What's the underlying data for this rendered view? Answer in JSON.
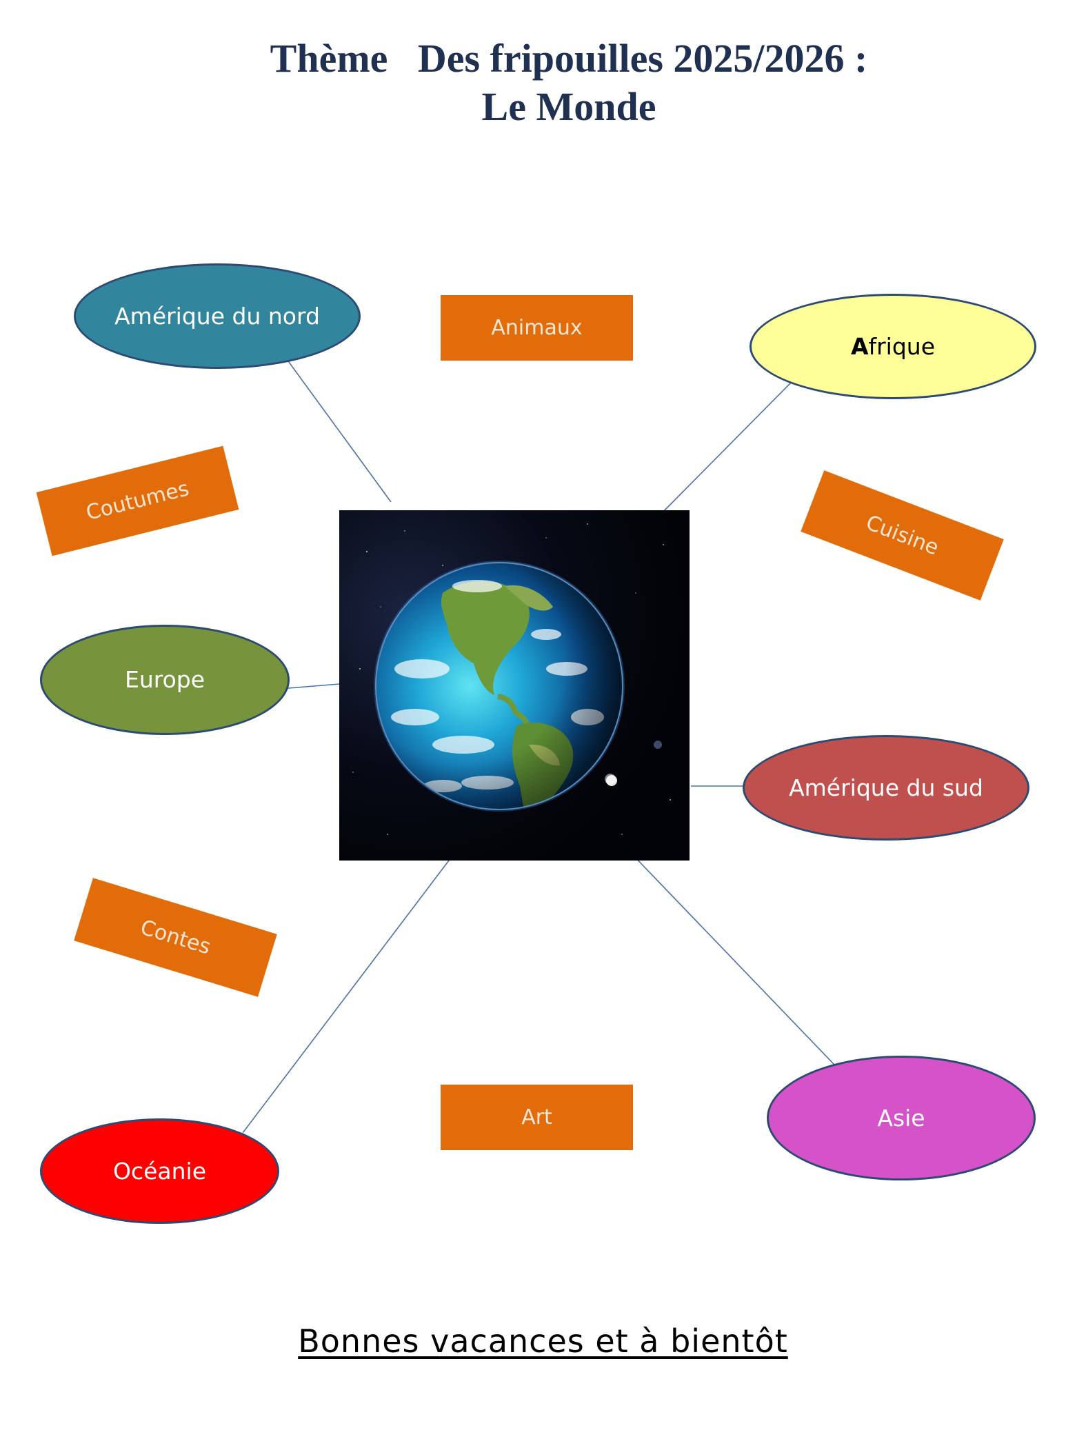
{
  "header": {
    "title_line1": "Thème   Des fripouilles 2025/2026 :",
    "title_line2": "Le Monde"
  },
  "continents": {
    "amerique_nord": "Amérique du nord",
    "afrique_first": "A",
    "afrique_rest": "frique",
    "europe": "Europe",
    "amerique_sud": "Amérique du sud",
    "oceanie": "Océanie",
    "asie": "Asie"
  },
  "themes": {
    "animaux": "Animaux",
    "coutumes": "Coutumes",
    "cuisine": "Cuisine",
    "contes": "Contes",
    "art": "Art"
  },
  "footer": {
    "text": "Bonnes vacances et à bientôt"
  },
  "colors": {
    "amerique_nord": "#31859c",
    "afrique": "#ffff99",
    "europe": "#77933c",
    "amerique_sud": "#c0504d",
    "oceanie": "#ff0000",
    "asie": "#d652c8",
    "theme_box": "#e36c0a",
    "border": "#2c4a72"
  },
  "images": {
    "center": "earth-globe-image"
  }
}
